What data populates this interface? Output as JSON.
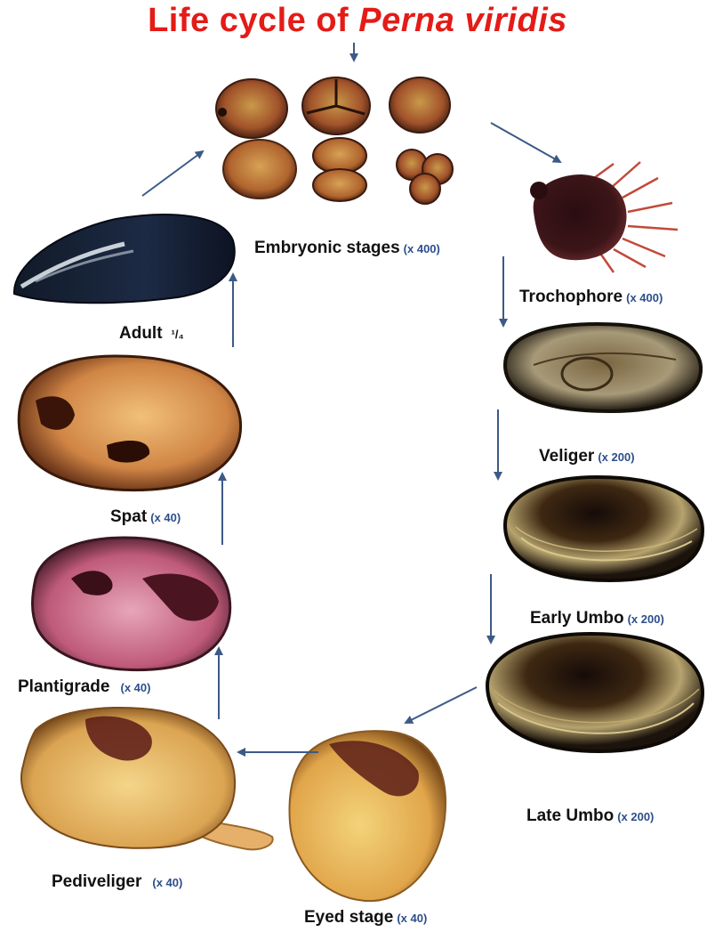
{
  "title": {
    "prefix": "Life cycle of",
    "species": "Perna viridis"
  },
  "stages": {
    "embryonic": {
      "label": "Embryonic stages",
      "mag": "(x 400)"
    },
    "trochophore": {
      "label": "Trochophore",
      "mag": "(x 400)"
    },
    "veliger": {
      "label": "Veliger",
      "mag": "(x 200)"
    },
    "early_umbo": {
      "label": "Early Umbo",
      "mag": "(x 200)"
    },
    "late_umbo": {
      "label": "Late Umbo",
      "mag": "(x 200)"
    },
    "eyed": {
      "label": "Eyed stage",
      "mag": "(x 40)"
    },
    "pediveliger": {
      "label": "Pediveliger",
      "mag": "(x 40)"
    },
    "plantigrade": {
      "label": "Plantigrade",
      "mag": "(x 40)"
    },
    "spat": {
      "label": "Spat",
      "mag": "(x 40)"
    },
    "adult": {
      "label": "Adult",
      "scale": "¹/₄"
    }
  },
  "colors": {
    "title": "#e41b17",
    "arrow": "#3c5a86",
    "magnification": "#2c4e8a"
  }
}
